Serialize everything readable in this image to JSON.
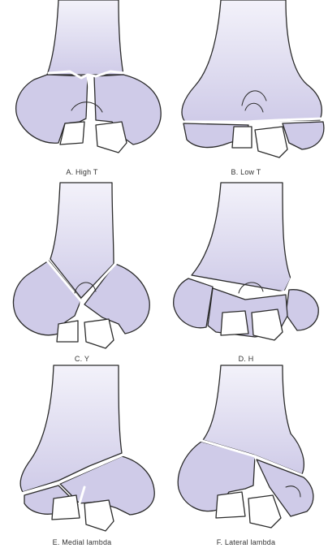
{
  "colors": {
    "bone_fill": "#cfcbe8",
    "bone_light": "#e6e3f3",
    "outline": "#2b2b2b",
    "fragment_fill": "#ffffff",
    "caption_text": "#333333"
  },
  "panels": [
    {
      "caption": "A. High T"
    },
    {
      "caption": "B. Low T"
    },
    {
      "caption": "C. Y"
    },
    {
      "caption": "D. H"
    },
    {
      "caption": "E. Medial lambda"
    },
    {
      "caption": "F. Lateral lambda"
    }
  ]
}
